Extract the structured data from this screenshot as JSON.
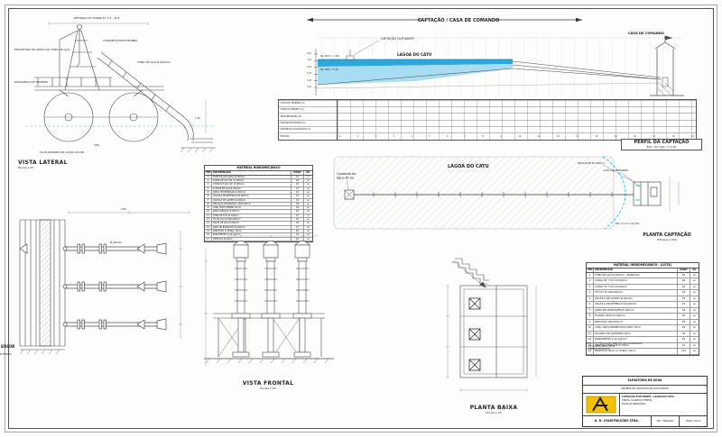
{
  "palette": {
    "line": "#4a4a4a",
    "water_dark": "#2fa8d8",
    "water_light": "#a8dcf2",
    "hatch": "#c3ced6",
    "cyan": "#00b4e0",
    "gold": "#f2c200",
    "green": "#2a9d3a"
  },
  "lateral": {
    "title": "VISTA LATERAL",
    "scale": "Escala 1:25",
    "ann": [
      "REFORÇO DA TORRE EL 7,5' - Ø 4'",
      "ESTRUTURA DE APOIO DO TUBO DE AÇO",
      "TUBO DE AÇO Ø 200mm",
      "PASSARELA DE MADEIRA",
      "FLUTUADORES DE CHAPA Ø 0,80",
      "CONJUNTO MOTO-BOMBA"
    ],
    "dim1": "1,20",
    "dim2": "0,80"
  },
  "profile": {
    "banner": "CAPTAÇÃO / CASA DE COMANDO",
    "casa": "CASA DE COMANDO",
    "lagoa": "LAGOA DO CATU",
    "captacao": "CAPTAÇÃO FLUTUANTE",
    "na_max": "NA. MÁX. = 7,00",
    "na_min": "NA. MÍN. = 5,50",
    "title": "PERFIL DA CAPTAÇÃO",
    "scale": "ESC. H-1:500 / V-1:50",
    "elev_ticks": [
      "8,00",
      "7,00",
      "6,00",
      "5,00",
      "4,00",
      "3,00"
    ],
    "row_labels": [
      "COTAS DO TERRENO (m)",
      "COTAS DO PROJETO (m)",
      "PROFUNDIDADES (m)",
      "DISTÂNCIAS PARCIAIS (m)",
      "DISTÂNCIAS ACUMULADAS (m)",
      "ESTACAS"
    ],
    "estacas": [
      "0",
      "1",
      "2",
      "3",
      "4",
      "5",
      "6",
      "7",
      "8",
      "9",
      "10",
      "11",
      "12",
      "13",
      "14",
      "15",
      "16",
      "17",
      "18",
      "19"
    ]
  },
  "plan": {
    "lagoa": "LAGOA DO CATU",
    "cap1": "Captação de",
    "cap2": "Água Bruta",
    "det1": "CASA DE COMANDO",
    "det2": "RECALQUE Ø 200mm",
    "note": "Est. 0+0 = 24,56",
    "title": "PLANTA CAPTAÇÃO",
    "scale": "ESCALA 1:250"
  },
  "superior": {
    "dim1": "2,50",
    "dim2": "Ø 200mm"
  },
  "frontal": {
    "title": "VISTA FRONTAL",
    "scale": "Escala 1:25"
  },
  "baixa": {
    "title": "PLANTA BAIXA",
    "scale": "Escala 1:25"
  },
  "partial": {
    "l1": "ERIOR",
    "l2": "R PERFIL"
  },
  "mat1": {
    "title": "MATERIAL HIDROMECÂNICO",
    "headers": [
      "ITEM",
      "DISCRIMINAÇÃO",
      "QUANT.",
      "UN."
    ],
    "rows": [
      {
        "i": "1",
        "d": "TUBO DE AÇO GALV. Ø 200mm",
        "q": "24",
        "u": "m"
      },
      {
        "i": "2",
        "d": "CURVA DE AÇO 90° Ø 200mm",
        "q": "04",
        "u": "un"
      },
      {
        "i": "3",
        "d": "CURVA DE AÇO 45° Ø 200mm",
        "q": "02",
        "u": "un"
      },
      {
        "i": "4",
        "d": "FLANGE DE AÇO Ø 200mm",
        "q": "12",
        "u": "un"
      },
      {
        "i": "5",
        "d": "JUNTA DE EXPANSÃO Ø 200mm",
        "q": "02",
        "u": "un"
      },
      {
        "i": "6",
        "d": "VÁLVULA DE RETENÇÃO Ø 200mm",
        "q": "03",
        "u": "un"
      },
      {
        "i": "7",
        "d": "VÁLVULA DE GAVETA Ø 200mm",
        "q": "03",
        "u": "un"
      },
      {
        "i": "8",
        "d": "REDUÇÃO EXCÊNTRICA 200x150mm",
        "q": "03",
        "u": "un"
      },
      {
        "i": "9",
        "d": "CONJ. MOTO-BOMBA 30 CV",
        "q": "03",
        "u": "un"
      },
      {
        "i": "10",
        "d": "JUNTA GIBAULT Ø 200mm",
        "q": "06",
        "u": "un"
      },
      {
        "i": "11",
        "d": "TUBO DE FoFo Ø 200mm",
        "q": "12",
        "u": "m"
      },
      {
        "i": "12",
        "d": "TÊ DE AÇO Ø 200x200mm",
        "q": "02",
        "u": "un"
      },
      {
        "i": "13",
        "d": "CRIVO DE AÇO Ø 200mm",
        "q": "03",
        "u": "un"
      },
      {
        "i": "14",
        "d": "ANEL DE BORRACHA Ø 200mm",
        "q": "12",
        "u": "un"
      },
      {
        "i": "15",
        "d": "PARAFUSO C/ PORCA 16mm",
        "q": "96",
        "u": "un"
      },
      {
        "i": "16",
        "d": "MANÔMETRO 0-10 kgf/cm²",
        "q": "03",
        "u": "un"
      },
      {
        "i": "17",
        "d": "VENTOSA Ø 20mm",
        "q": "01",
        "u": "un"
      }
    ]
  },
  "mat2": {
    "title": "MATERIAL HIDROMECÂNICO - (LISTA)",
    "headers": [
      "ITEM",
      "DISCRIMINAÇÃO",
      "QUANT.",
      "UN."
    ],
    "rows": [
      {
        "i": "1",
        "d": "TUBO DE AÇO Ø 200mm - BARRA 6m",
        "q": "04",
        "u": "un"
      },
      {
        "i": "2",
        "d": "CURVA 90° FoFo Ø 200mm",
        "q": "06",
        "u": "un"
      },
      {
        "i": "3",
        "d": "CURVA 45° FoFo Ø 200mm",
        "q": "04",
        "u": "un"
      },
      {
        "i": "4",
        "d": "TÊ FoFo Ø 200x200mm",
        "q": "02",
        "u": "un"
      },
      {
        "i": "5",
        "d": "VÁLVULA DE GAVETA Ø 200mm",
        "q": "03",
        "u": "un"
      },
      {
        "i": "6",
        "d": "VÁLVULA DE RETENÇÃO Ø 200mm",
        "q": "03",
        "u": "un"
      },
      {
        "i": "7",
        "d": "JUNTA DE MONTAGEM Ø 200mm",
        "q": "03",
        "u": "un"
      },
      {
        "i": "8",
        "d": "FLANGE CEGO Ø 200mm",
        "q": "02",
        "u": "un"
      },
      {
        "i": "9",
        "d": "REDUÇÃO 200x150mm",
        "q": "03",
        "u": "un"
      },
      {
        "i": "10",
        "d": "CONJ. MOTO-BOMBA EIXO VERT. 30CV",
        "q": "03",
        "u": "un"
      },
      {
        "i": "11",
        "d": "QUADRO DE COMANDO 30CV",
        "q": "03",
        "u": "un"
      },
      {
        "i": "12",
        "d": "MANÔMETRO 0-10 kgf/cm²",
        "q": "03",
        "u": "un"
      },
      {
        "i": "13",
        "d": "VENTOSA TRÍPLICE Ø 50mm",
        "q": "01",
        "u": "un"
      },
      {
        "i": "14",
        "d": "PARAFUSO GALV. C/ PORCA 16mm",
        "q": "120",
        "u": "un"
      }
    ]
  },
  "notes": [
    "NOTA: 1- AS TUBULAÇÕES SERÃO DE AÇO GALVANIZADO;",
    "2- OS FLANGES SERÃO PN-10;",
    "3- MEDIDAS EM METROS."
  ],
  "tblock": {
    "t1": "ELEVATÓRIA DE ÁGUA",
    "t2": "SISTEMA DE CAPTAÇÃO DE ÁGUA BRUTA",
    "l1": "CAPTAÇÃO FLUTUANTE - LAGOA DO CATU",
    "l2": "VISTAS, PLANTAS E PERFIS",
    "l3": "ESCALAS INDICADAS",
    "company": "A. R. CONSTRUÇÕES LTDA.",
    "f1": "ESC.: INDICADA",
    "f2": "FOLHA: 01/01"
  }
}
